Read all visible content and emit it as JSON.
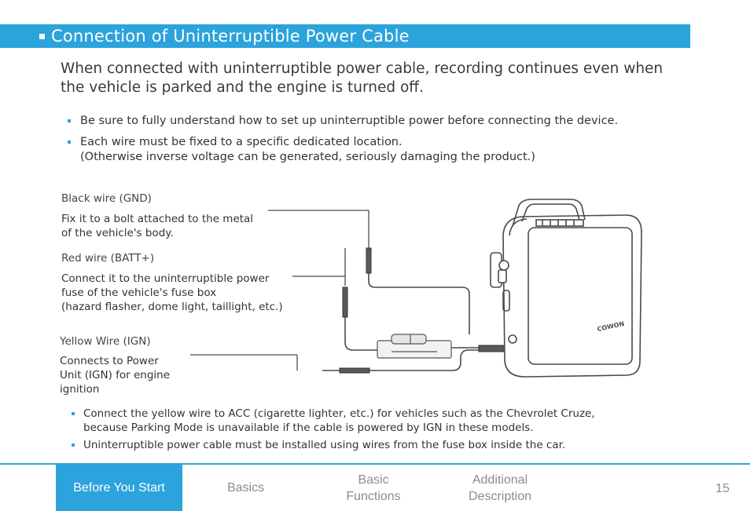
{
  "section": {
    "title": "Connection of Uninterruptible Power Cable"
  },
  "intro": "When connected with uninterruptible power cable, recording continues even when the vehicle is parked and the engine is turned off.",
  "bullets": [
    {
      "lines": [
        "Be sure to fully understand how to set up uninterruptible power before connecting the device."
      ]
    },
    {
      "lines": [
        "Each wire must be fixed to a specific dedicated location.",
        "(Otherwise inverse voltage can be generated, seriously damaging the product.)"
      ]
    }
  ],
  "wires": {
    "black": {
      "label": "Black wire (GND)",
      "desc": [
        "Fix it to a bolt attached to the metal",
        "of the vehicle's body."
      ]
    },
    "red": {
      "label": "Red wire (BATT+)",
      "desc": [
        "Connect it to the uninterruptible power",
        "fuse of the vehicle's fuse box",
        "(hazard flasher, dome light, taillight, etc.)"
      ]
    },
    "yellow": {
      "label": "Yellow Wire (IGN)",
      "desc": [
        "Connects to Power",
        "Unit (IGN) for engine",
        "ignition"
      ]
    }
  },
  "device": {
    "brand": "COWON"
  },
  "notes": [
    {
      "lines": [
        "Connect the yellow wire to ACC (cigarette lighter, etc.) for vehicles such as the Chevrolet Cruze,",
        "because Parking Mode is unavailable if the cable is powered by IGN in these models."
      ]
    },
    {
      "lines": [
        "Uninterruptible power cable must be installed using wires from the fuse box inside the car."
      ]
    }
  ],
  "footer": {
    "tabs": [
      {
        "lines": [
          "Before You Start"
        ],
        "active": true
      },
      {
        "lines": [
          "Basics"
        ],
        "active": false
      },
      {
        "lines": [
          "Basic",
          "Functions"
        ],
        "active": false
      },
      {
        "lines": [
          "Additional",
          "Description"
        ],
        "active": false
      }
    ],
    "page_number": "15"
  },
  "colors": {
    "accent": "#2ba3dc",
    "wire": "#4a4a4a"
  }
}
